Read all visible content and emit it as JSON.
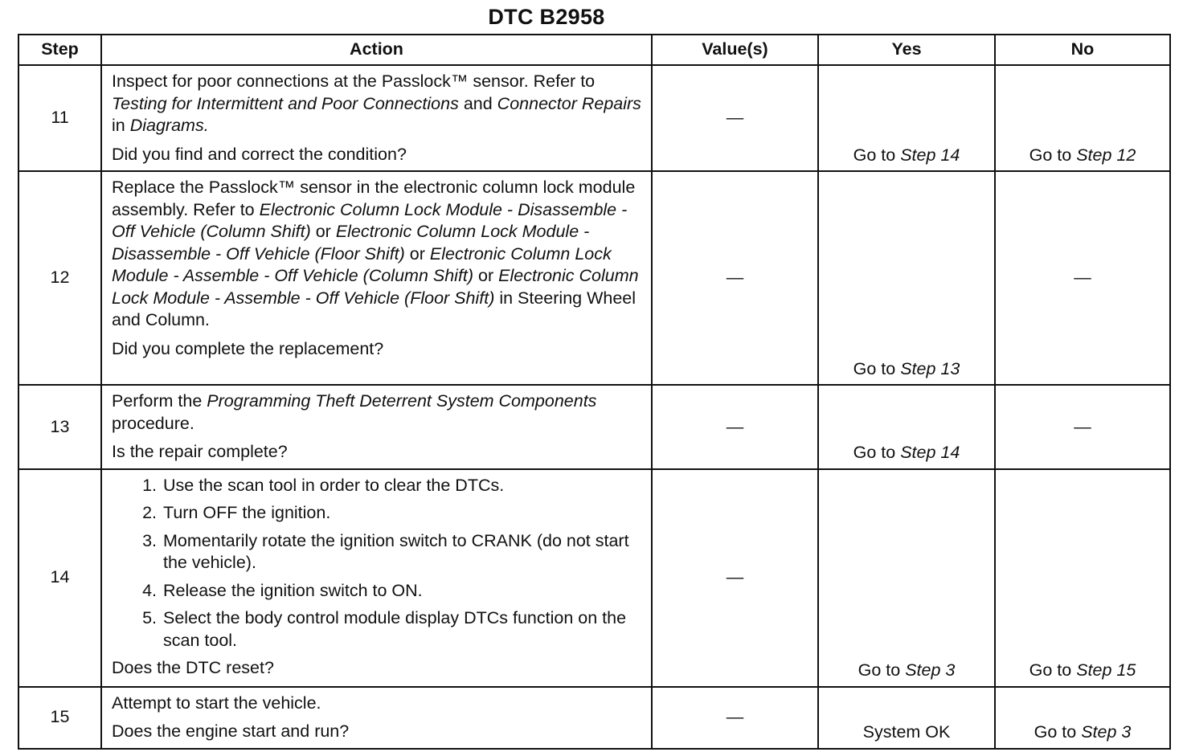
{
  "title": "DTC B2958",
  "headers": {
    "step": "Step",
    "action": "Action",
    "values": "Value(s)",
    "yes": "Yes",
    "no": "No"
  },
  "rows": [
    {
      "step": "11",
      "action": {
        "parts": [
          {
            "text": "Inspect for poor connections at the Passlock™ sensor. Refer to ",
            "italic": false
          },
          {
            "text": "Testing for Intermittent and Poor Connections",
            "italic": true
          },
          {
            "text": " and ",
            "italic": false
          },
          {
            "text": "Connector Repairs",
            "italic": true
          },
          {
            "text": " in ",
            "italic": false
          },
          {
            "text": "Diagrams.",
            "italic": true
          }
        ],
        "question": "Did you find and correct the condition?"
      },
      "value": "—",
      "yes": {
        "prefix": "Go to ",
        "link": "Step 14"
      },
      "no": {
        "prefix": "Go to ",
        "link": "Step 12"
      }
    },
    {
      "step": "12",
      "action": {
        "parts": [
          {
            "text": "Replace the Passlock™ sensor in the electronic column lock module assembly. Refer to ",
            "italic": false
          },
          {
            "text": "Electronic Column Lock Module - Disassemble - Off Vehicle (Column Shift)",
            "italic": true
          },
          {
            "text": " or ",
            "italic": false
          },
          {
            "text": "Electronic Column Lock Module - Disassemble - Off Vehicle (Floor Shift)",
            "italic": true
          },
          {
            "text": " or ",
            "italic": false
          },
          {
            "text": "Electronic Column Lock Module - Assemble - Off Vehicle (Column Shift)",
            "italic": true
          },
          {
            "text": " or ",
            "italic": false
          },
          {
            "text": "Electronic Column Lock Module - Assemble - Off Vehicle (Floor Shift)",
            "italic": true
          },
          {
            "text": " in Steering Wheel and Column.",
            "italic": false
          }
        ],
        "question": "Did you complete the replacement?"
      },
      "value": "—",
      "yes": {
        "prefix": "Go to ",
        "link": "Step 13"
      },
      "no": {
        "text": "—"
      }
    },
    {
      "step": "13",
      "action": {
        "parts": [
          {
            "text": "Perform the ",
            "italic": false
          },
          {
            "text": "Programming Theft Deterrent System Components",
            "italic": true
          },
          {
            "text": " procedure.",
            "italic": false
          }
        ],
        "question": "Is the repair complete?"
      },
      "value": "—",
      "yes": {
        "prefix": "Go to ",
        "link": "Step 14"
      },
      "no": {
        "text": "—"
      }
    },
    {
      "step": "14",
      "action": {
        "list": [
          {
            "n": "1.",
            "text": "Use the scan tool in order to clear the DTCs."
          },
          {
            "n": "2.",
            "text": "Turn OFF the ignition."
          },
          {
            "n": "3.",
            "text": "Momentarily rotate the ignition switch to CRANK (do not start the vehicle)."
          },
          {
            "n": "4.",
            "text": "Release the ignition switch to ON."
          },
          {
            "n": "5.",
            "text": "Select the body control module display DTCs function on the scan tool."
          }
        ],
        "question": "Does the DTC reset?"
      },
      "value": "—",
      "yes": {
        "prefix": "Go to ",
        "link": "Step 3"
      },
      "no": {
        "prefix": "Go to ",
        "link": "Step 15"
      }
    },
    {
      "step": "15",
      "action": {
        "parts": [
          {
            "text": "Attempt to start the vehicle.",
            "italic": false
          }
        ],
        "question": "Does the engine start and run?"
      },
      "value": "—",
      "yes": {
        "text": "System OK"
      },
      "no": {
        "prefix": "Go to ",
        "link": "Step 3"
      }
    }
  ]
}
